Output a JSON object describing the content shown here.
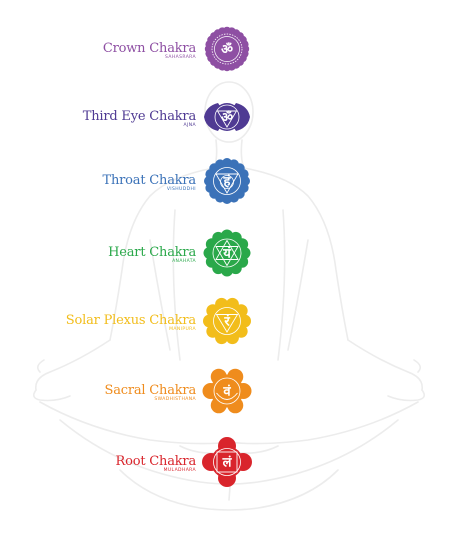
{
  "chakras": [
    {
      "name": "Crown Chakra",
      "sanskrit": "SAHASRARA",
      "glyph": "ॐ",
      "color": "#8e4fa3",
      "icon": "crown-lotus-icon",
      "shape": "crown"
    },
    {
      "name": "Third Eye Chakra",
      "sanskrit": "AJNA",
      "glyph": "ॐ",
      "color": "#4f3a93",
      "icon": "third-eye-lotus-icon",
      "shape": "ajna"
    },
    {
      "name": "Throat Chakra",
      "sanskrit": "VISHUDDHI",
      "glyph": "हं",
      "color": "#3b72b8",
      "icon": "throat-lotus-icon",
      "shape": "throat"
    },
    {
      "name": "Heart Chakra",
      "sanskrit": "ANAHATA",
      "glyph": "यं",
      "color": "#2aa84a",
      "icon": "heart-lotus-icon",
      "shape": "heart"
    },
    {
      "name": "Solar Plexus Chakra",
      "sanskrit": "MANIPURA",
      "glyph": "रं",
      "color": "#f2bd1b",
      "icon": "solar-plexus-lotus-icon",
      "shape": "solar"
    },
    {
      "name": "Sacral Chakra",
      "sanskrit": "SWADHISTHANA",
      "glyph": "वं",
      "color": "#ef8c1d",
      "icon": "sacral-lotus-icon",
      "shape": "sacral"
    },
    {
      "name": "Root Chakra",
      "sanskrit": "MULADHARA",
      "glyph": "लं",
      "color": "#d9252c",
      "icon": "root-lotus-icon",
      "shape": "root"
    }
  ]
}
